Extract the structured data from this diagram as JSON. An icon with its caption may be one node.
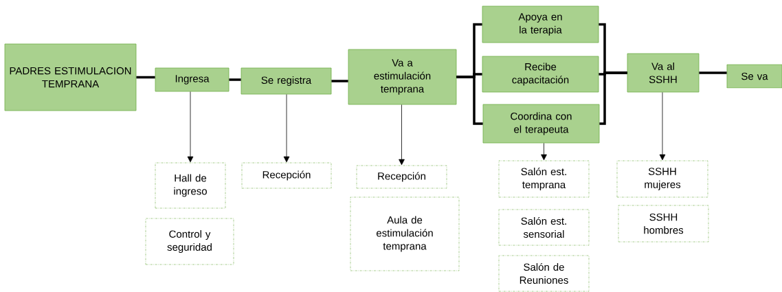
{
  "diagram": {
    "nodes": [
      {
        "text": [
          "PADRES ESTIMULACION TEMPRANA"
        ]
      },
      {
        "text": [
          "Ingresa"
        ]
      },
      {
        "text": [
          "Se registra"
        ]
      },
      {
        "text": [
          "Va a estimulación temprana"
        ]
      },
      {
        "text": [
          "Apoya en la terapia"
        ]
      },
      {
        "text": [
          "Recibe capacitación"
        ]
      },
      {
        "text": [
          "Coordina con el terapeuta"
        ]
      },
      {
        "text": [
          "Va al SSHH"
        ]
      },
      {
        "text": [
          "Se va"
        ]
      },
      {
        "text": [
          "Hall de ingreso"
        ]
      },
      {
        "text": [
          "Control y seguridad"
        ]
      },
      {
        "text": [
          "Recepción"
        ]
      },
      {
        "text": [
          "Recepción"
        ]
      },
      {
        "text": [
          "Aula de estimulación temprana"
        ]
      },
      {
        "text": [
          "Salón est. temprana"
        ]
      },
      {
        "text": [
          "Salón est. sensorial"
        ]
      },
      {
        "text": [
          "Salón de Reuniones"
        ]
      },
      {
        "text": [
          "SSHH mujeres"
        ]
      },
      {
        "text": [
          "SSHH hombres"
        ]
      }
    ],
    "edges": [
      {
        "from": 0,
        "to": 1,
        "arrow": "none"
      },
      {
        "from": 1,
        "to": 2,
        "arrow": "none"
      },
      {
        "from": 2,
        "to": 3,
        "arrow": "none"
      },
      {
        "from": 3,
        "to": 4,
        "arrow": "none"
      },
      {
        "from": 3,
        "to": 5,
        "arrow": "none"
      },
      {
        "from": 3,
        "to": 6,
        "arrow": "none"
      },
      {
        "from": 4,
        "to": 7,
        "arrow": "none"
      },
      {
        "from": 5,
        "to": 7,
        "arrow": "none"
      },
      {
        "from": 6,
        "to": 7,
        "arrow": "none"
      },
      {
        "from": 7,
        "to": 8,
        "arrow": "none"
      },
      {
        "from": 1,
        "to": 9,
        "arrow": "to"
      },
      {
        "from": 2,
        "to": 11,
        "arrow": "to"
      },
      {
        "from": 3,
        "to": 12,
        "arrow": "to"
      },
      {
        "from": 6,
        "to": 14,
        "arrow": "to"
      },
      {
        "from": 7,
        "to": 17,
        "arrow": "to"
      }
    ]
  }
}
